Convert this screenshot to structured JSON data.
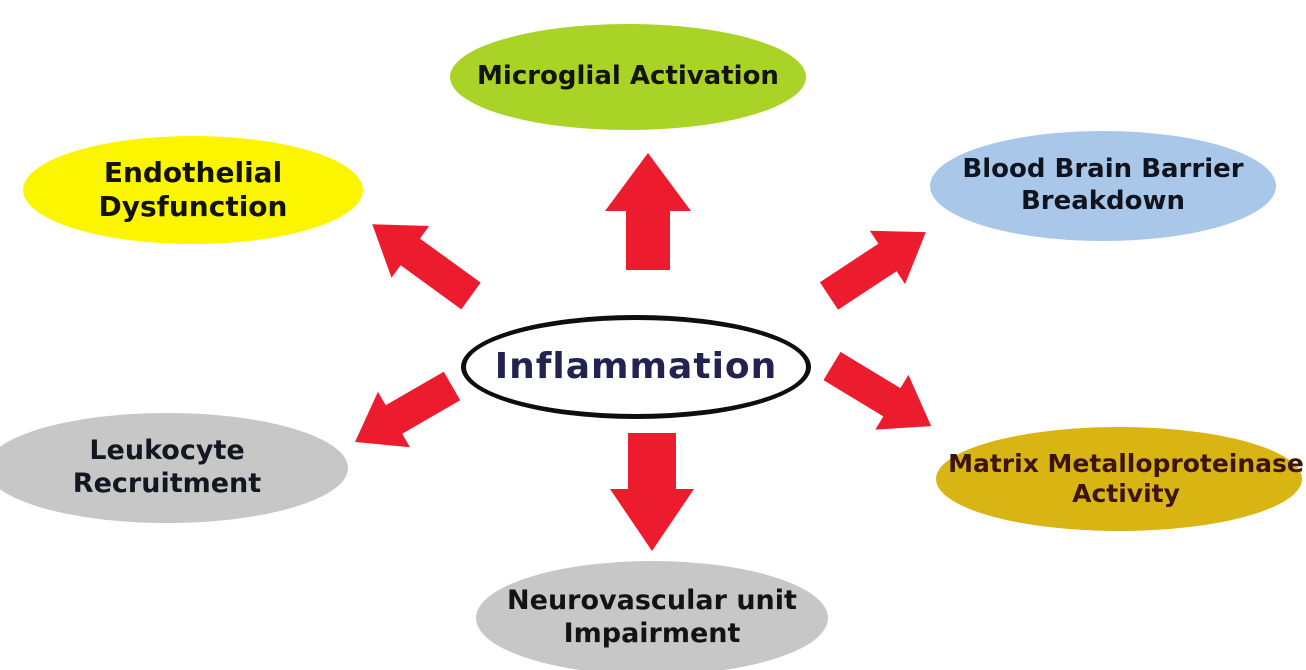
{
  "diagram": {
    "center": {
      "label": "Inflammation",
      "fill": "#ffffff",
      "border_color": "#0e0e0e",
      "text_color": "#23234f"
    },
    "nodes": [
      {
        "id": "microglial-activation",
        "lines": [
          "Microglial Activation",
          ""
        ],
        "fill": "#a9d327",
        "text_color": "#141402"
      },
      {
        "id": "endothelial-dysfunction",
        "lines": [
          "Endothelial",
          "Dysfunction"
        ],
        "fill": "#fbf600",
        "text_color": "#131309"
      },
      {
        "id": "blood-brain-barrier-breakdown",
        "lines": [
          "Blood Brain Barrier",
          "Breakdown"
        ],
        "fill": "#a9c8e9",
        "text_color": "#10141f"
      },
      {
        "id": "leukocyte-recruitment",
        "lines": [
          "Leukocyte",
          "Recruitment"
        ],
        "fill": "#c7c7c7",
        "text_color": "#121721"
      },
      {
        "id": "matrix-metalloproteinase-activity",
        "lines": [
          "Matrix Metalloproteinase",
          "Activity"
        ],
        "fill": "#d9b513",
        "text_color": "#3c1408"
      },
      {
        "id": "neurovascular-unit-impairment",
        "lines": [
          "Neurovascular unit",
          "Impairment"
        ],
        "fill": "#c7c7c7",
        "text_color": "#131313"
      }
    ],
    "arrows": {
      "color": "#ec1b2d",
      "directions": [
        "up",
        "upper-left",
        "upper-right",
        "lower-left",
        "lower-right",
        "down"
      ]
    },
    "cursor": {
      "present": true,
      "fill": "#1a1a1a",
      "outline": "#f2f2f2"
    }
  }
}
